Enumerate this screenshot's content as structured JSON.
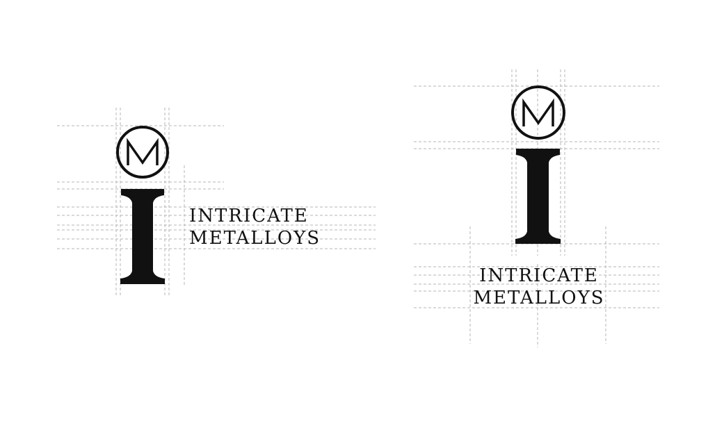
{
  "brand": {
    "monogram": "M",
    "initial": "I",
    "name_line1": "INTRICATE",
    "name_line2": "METALLOYS"
  },
  "colors": {
    "ink": "#111111",
    "guides": "#b5b5b5",
    "background": "#ffffff"
  },
  "variants": [
    {
      "layout": "horizontal lockup"
    },
    {
      "layout": "vertical lockup"
    }
  ]
}
